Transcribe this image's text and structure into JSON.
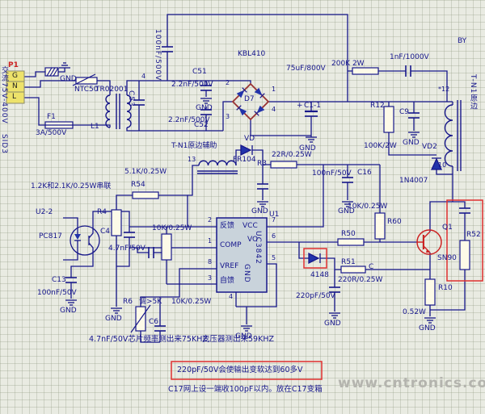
{
  "page": {
    "watermark": "www.cntronics.com",
    "by": "BY"
  },
  "gnd": "GND",
  "input": {
    "p1": "P1",
    "pin_g": "G",
    "pin_n": "N",
    "pin_l": "L",
    "ac_range": "交流75V-400V",
    "sid": "SID3",
    "fuse": "F1",
    "fuse_val": "3A/500V",
    "ntc": "NTC50",
    "choke": "TR02001",
    "l1": "L1",
    "pin4": "4",
    "c53": "C53",
    "xcap_val": "100nF/500V",
    "c51": "C51",
    "c51_val": "2.2nF/500V",
    "c52": "C52",
    "c52_val": "2.2nF/500V"
  },
  "bridge": {
    "part": "KBL410",
    "ref": "D7",
    "p1": "1",
    "p2": "2",
    "p3": "3",
    "p4": "4"
  },
  "bus": {
    "bulk_val": "75uF/800V",
    "bulk_ref": "C1-1",
    "plus": "+",
    "clamp_r": "200K 2W",
    "clamp_c": "1nF/1000V",
    "c9": "C9",
    "r12": "R12",
    "r12_val": "100K/2W",
    "vd2": "VD2",
    "vd2_val": "1N4007"
  },
  "xfmr": {
    "primary": "T-N1原边",
    "pin12": "*12",
    "pin10": "10",
    "aux": "T-N1原边辅助",
    "pin13": "13"
  },
  "vcc": {
    "vd": "VD",
    "part": "FR104",
    "r3": "R3",
    "r3_val": "22R/0.25W",
    "c16": "C16",
    "c16_val": "100nF/50V"
  },
  "chip": {
    "ref": "U1",
    "part": "UC3842",
    "fb": "反馈",
    "vcc": "VCC",
    "comp": "COMP",
    "vo": "VO",
    "vref": "VREF",
    "gnd": "GND",
    "cs": "自馈",
    "p1": "1",
    "p2": "2",
    "p3": "3",
    "p4": "4",
    "p5": "5",
    "p6": "6",
    "p7": "7",
    "p8": "8"
  },
  "fb": {
    "r54": "R54",
    "r54_val": "5.1K/0.25W",
    "series_note": "1.2K和2.1K/0.25W串联",
    "u2": "U2-2",
    "part": "PC817",
    "r4": "R4",
    "c4": "C4",
    "r55_val": "10K/0.25W",
    "c5_val": "4.7nF/50V",
    "c13": "C13",
    "c13_val": "100nF/50V",
    "r6": "R6",
    "r6_adj": "调>5K",
    "r6_val": "10K/0.25W",
    "c6": "C6"
  },
  "drive": {
    "r50": "R50",
    "r60": "R60",
    "r60_val": "10K/0.25W",
    "d1": "4148",
    "r51": "R51",
    "r51_val": "220R/0.25W",
    "node_c": "C",
    "c_soft": "220pF/50V",
    "q1": "Q1",
    "q1_part": "SN90",
    "r52": "R52",
    "r10": "R10",
    "r10_val": "0.52W"
  },
  "notes": {
    "freq1": "4.7nF/50V芯片频率测出来75KHZ,",
    "freq2": "变压器测出来59KHZ",
    "soft": "220pF/50V会使输出变软达到60多V",
    "c17": "C17网上设一端收100pF以内。放在C17变箱"
  }
}
